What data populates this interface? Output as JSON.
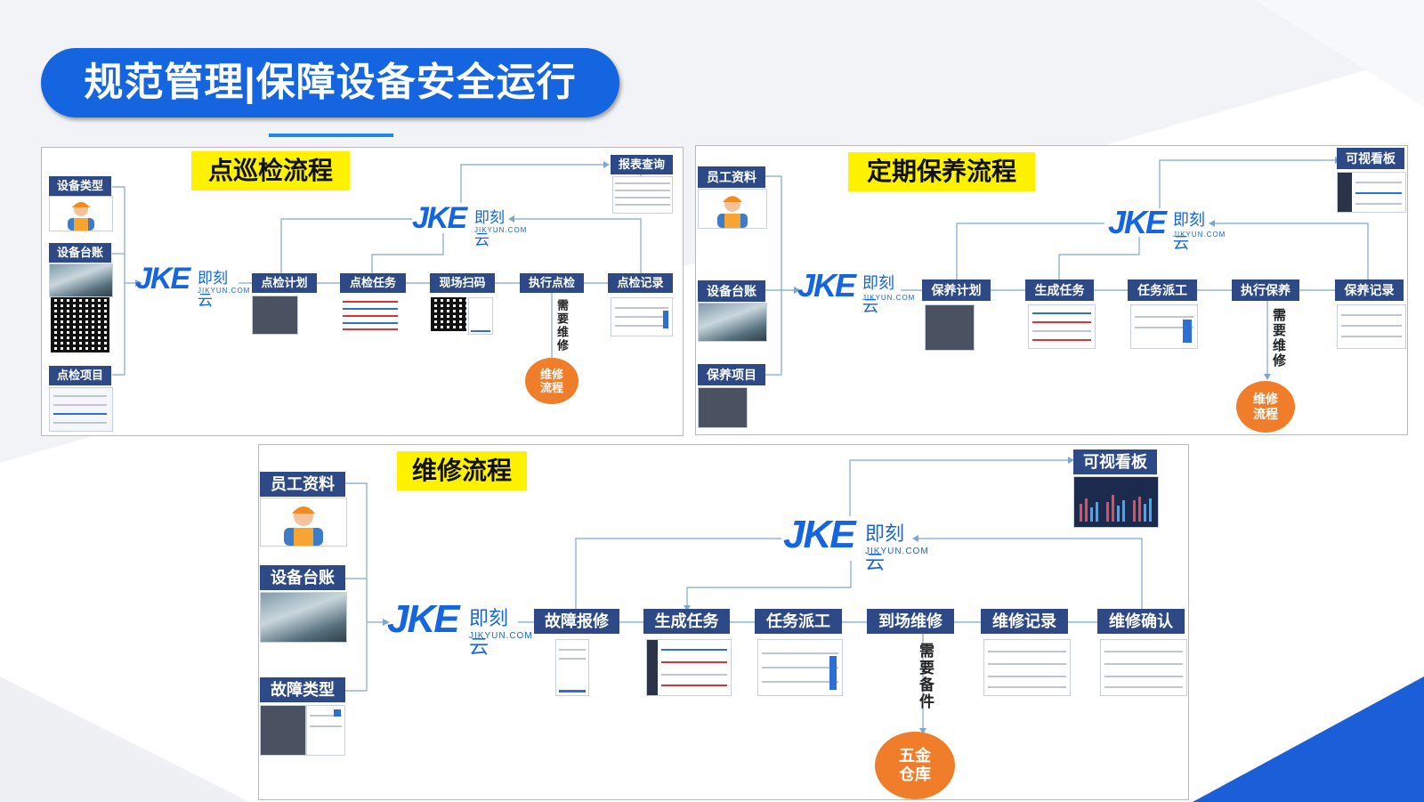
{
  "title": "规范管理|保障设备安全运行",
  "logo": {
    "brand": "JKE",
    "cn": "即刻云",
    "url": "JIKYUN.COM"
  },
  "inspection": {
    "title": "点巡检流程",
    "inputs": [
      "设备类型",
      "设备台账",
      "点检项目"
    ],
    "steps": [
      "点检计划",
      "点检任务",
      "现场扫码",
      "执行点检",
      "点检记录"
    ],
    "report": "报表查询",
    "need_repair": "需要维修",
    "repair": "维修流程"
  },
  "maintenance": {
    "title": "定期保养流程",
    "inputs": [
      "员工资料",
      "设备台账",
      "保养项目"
    ],
    "steps": [
      "保养计划",
      "生成任务",
      "任务派工",
      "执行保养",
      "保养记录"
    ],
    "board": "可视看板",
    "need_repair": "需要维修",
    "repair": "维修流程"
  },
  "repair_flow": {
    "title": "维修流程",
    "inputs": [
      "员工资料",
      "设备台账",
      "故障类型"
    ],
    "steps": [
      "故障报修",
      "生成任务",
      "任务派工",
      "到场维修",
      "维修记录",
      "维修确认"
    ],
    "board": "可视看板",
    "need_parts": "需要备件",
    "warehouse": "五金仓库"
  },
  "colors": {
    "banner": "#1565e0",
    "label": "#2e4a86",
    "highlight": "#fff200",
    "circle": "#ef7d2a",
    "line": "#5b9bd5",
    "accent": "#1a5fd8"
  }
}
